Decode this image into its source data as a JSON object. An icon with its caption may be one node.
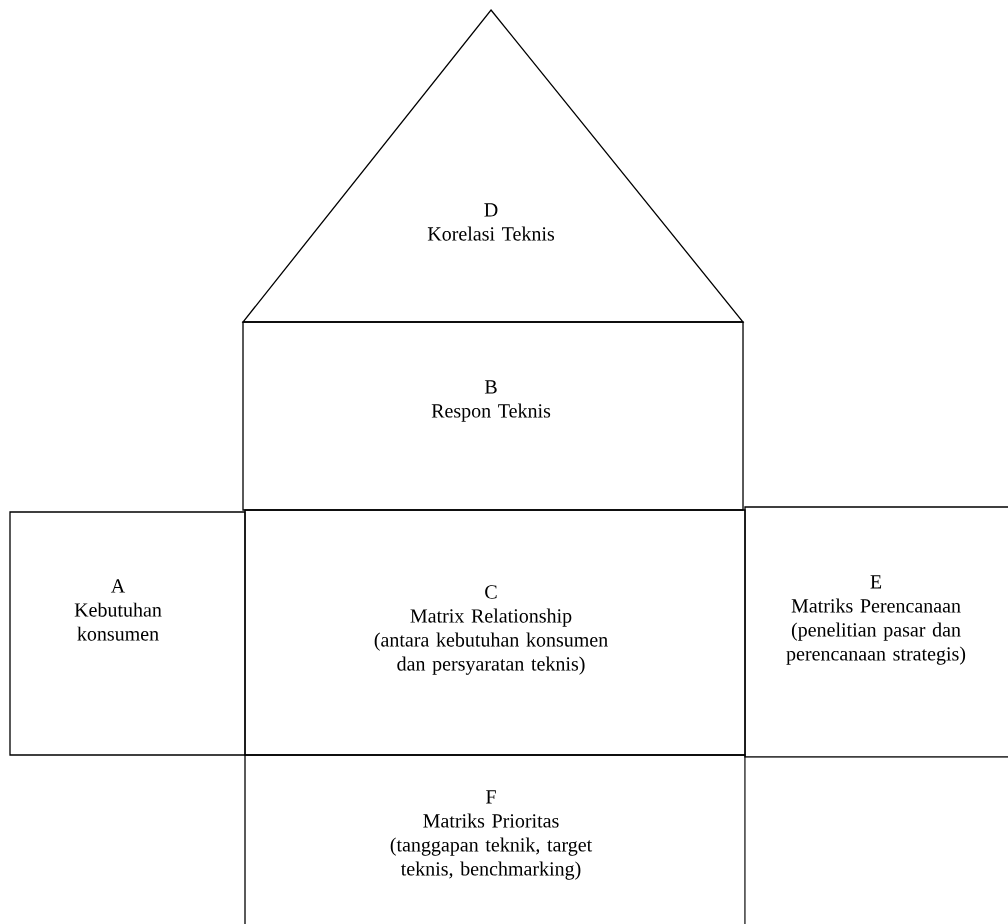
{
  "diagram": {
    "nodes": [
      {
        "text": [
          "D",
          "Korelasi Teknis"
        ]
      },
      {
        "text": [
          "B",
          "Respon Teknis"
        ]
      },
      {
        "text": [
          "A",
          "Kebutuhan konsumen"
        ]
      },
      {
        "text": [
          "C",
          "Matrix Relationship",
          "(antara kebutuhan konsumen dan persyaratan teknis)"
        ]
      },
      {
        "text": [
          "E",
          "Matriks Perencanaan",
          "(penelitian pasar dan perencanaan strategis)"
        ]
      },
      {
        "text": [
          "F",
          "Matriks Prioritas",
          "(tanggapan teknik, target teknis, benchmarking)"
        ]
      }
    ]
  }
}
